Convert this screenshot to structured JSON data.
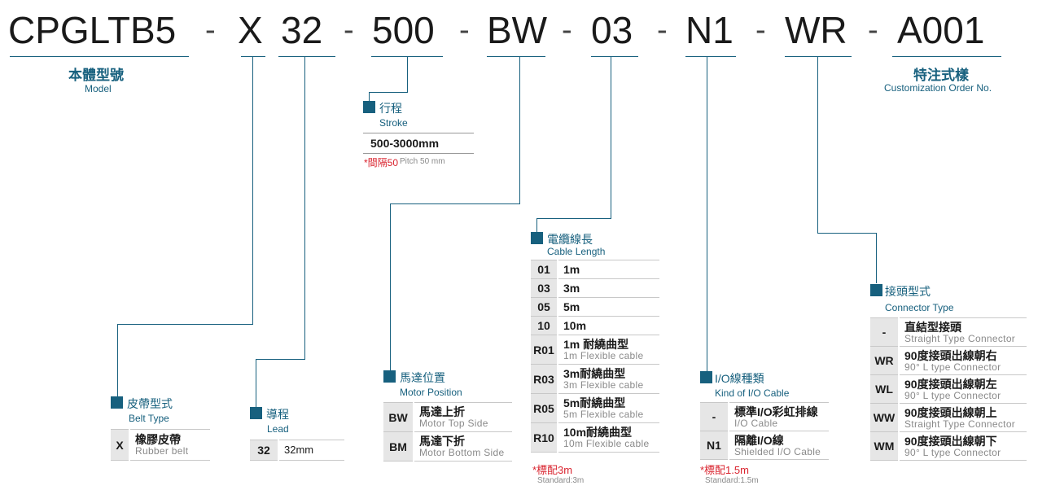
{
  "code": {
    "model": "CPGLTB5",
    "belt": "X",
    "lead": "32",
    "stroke": "500",
    "motor": "BW",
    "cable": "03",
    "io": "N1",
    "connector": "WR",
    "custom": "A001",
    "dash": "-"
  },
  "model_label": {
    "zh": "本體型號",
    "en": "Model"
  },
  "custom_label": {
    "zh": "特注式樣",
    "en": "Customization Order No."
  },
  "stroke": {
    "zh": "行程",
    "en": "Stroke",
    "value": "500-3000mm",
    "note_red": "*間隔50",
    "note_gray": "Pitch 50 mm"
  },
  "belt_type": {
    "zh": "皮帶型式",
    "en": "Belt Type",
    "options": [
      {
        "code": "X",
        "zh": "橡膠皮帶",
        "en": "Rubber belt"
      }
    ]
  },
  "lead": {
    "zh": "導程",
    "en": "Lead",
    "options": [
      {
        "code": "32",
        "value": "32mm"
      }
    ]
  },
  "motor_position": {
    "zh": "馬達位置",
    "en": "Motor Position",
    "options": [
      {
        "code": "BW",
        "zh": "馬達上折",
        "en": "Motor Top Side"
      },
      {
        "code": "BM",
        "zh": "馬達下折",
        "en": "Motor Bottom Side"
      }
    ]
  },
  "cable_length": {
    "zh": "電纜線長",
    "en": "Cable Length",
    "simple": [
      {
        "code": "01",
        "value": "1m"
      },
      {
        "code": "03",
        "value": "3m"
      },
      {
        "code": "05",
        "value": "5m"
      },
      {
        "code": "10",
        "value": "10m"
      }
    ],
    "flex": [
      {
        "code": "R01",
        "zh": "1m 耐繞曲型",
        "en": "1m Flexible cable"
      },
      {
        "code": "R03",
        "zh": "3m耐繞曲型",
        "en": "3m Flexible cable"
      },
      {
        "code": "R05",
        "zh": "5m耐繞曲型",
        "en": "5m Flexible cable"
      },
      {
        "code": "R10",
        "zh": "10m耐繞曲型",
        "en": "10m Flexible cable"
      }
    ],
    "note_red": "*標配3m",
    "note_gray": "Standard:3m"
  },
  "io_cable": {
    "zh": "I/O線種類",
    "en": "Kind of I/O Cable",
    "options": [
      {
        "code": "-",
        "zh": "標準I/O彩虹排線",
        "en": "I/O Cable"
      },
      {
        "code": "N1",
        "zh": "隔離I/O線",
        "en": "Shielded I/O Cable"
      }
    ],
    "note_red": "*標配1.5m",
    "note_gray": "Standard:1.5m"
  },
  "connector": {
    "zh": "接頭型式",
    "en": "Connector Type",
    "options": [
      {
        "code": "-",
        "zh": "直結型接頭",
        "en": "Straight Type Connector"
      },
      {
        "code": "WR",
        "zh": "90度接頭出線朝右",
        "en": "90° L type Connector"
      },
      {
        "code": "WL",
        "zh": "90度接頭出線朝左",
        "en": "90° L type Connector"
      },
      {
        "code": "WW",
        "zh": "90度接頭出線朝上",
        "en": "Straight Type Connector"
      },
      {
        "code": "WM",
        "zh": "90度接頭出線朝下",
        "en": "90° L type Connector"
      }
    ]
  },
  "colors": {
    "accent": "#17607e",
    "note": "#d9232e",
    "cell_bg": "#e6e6e6"
  }
}
